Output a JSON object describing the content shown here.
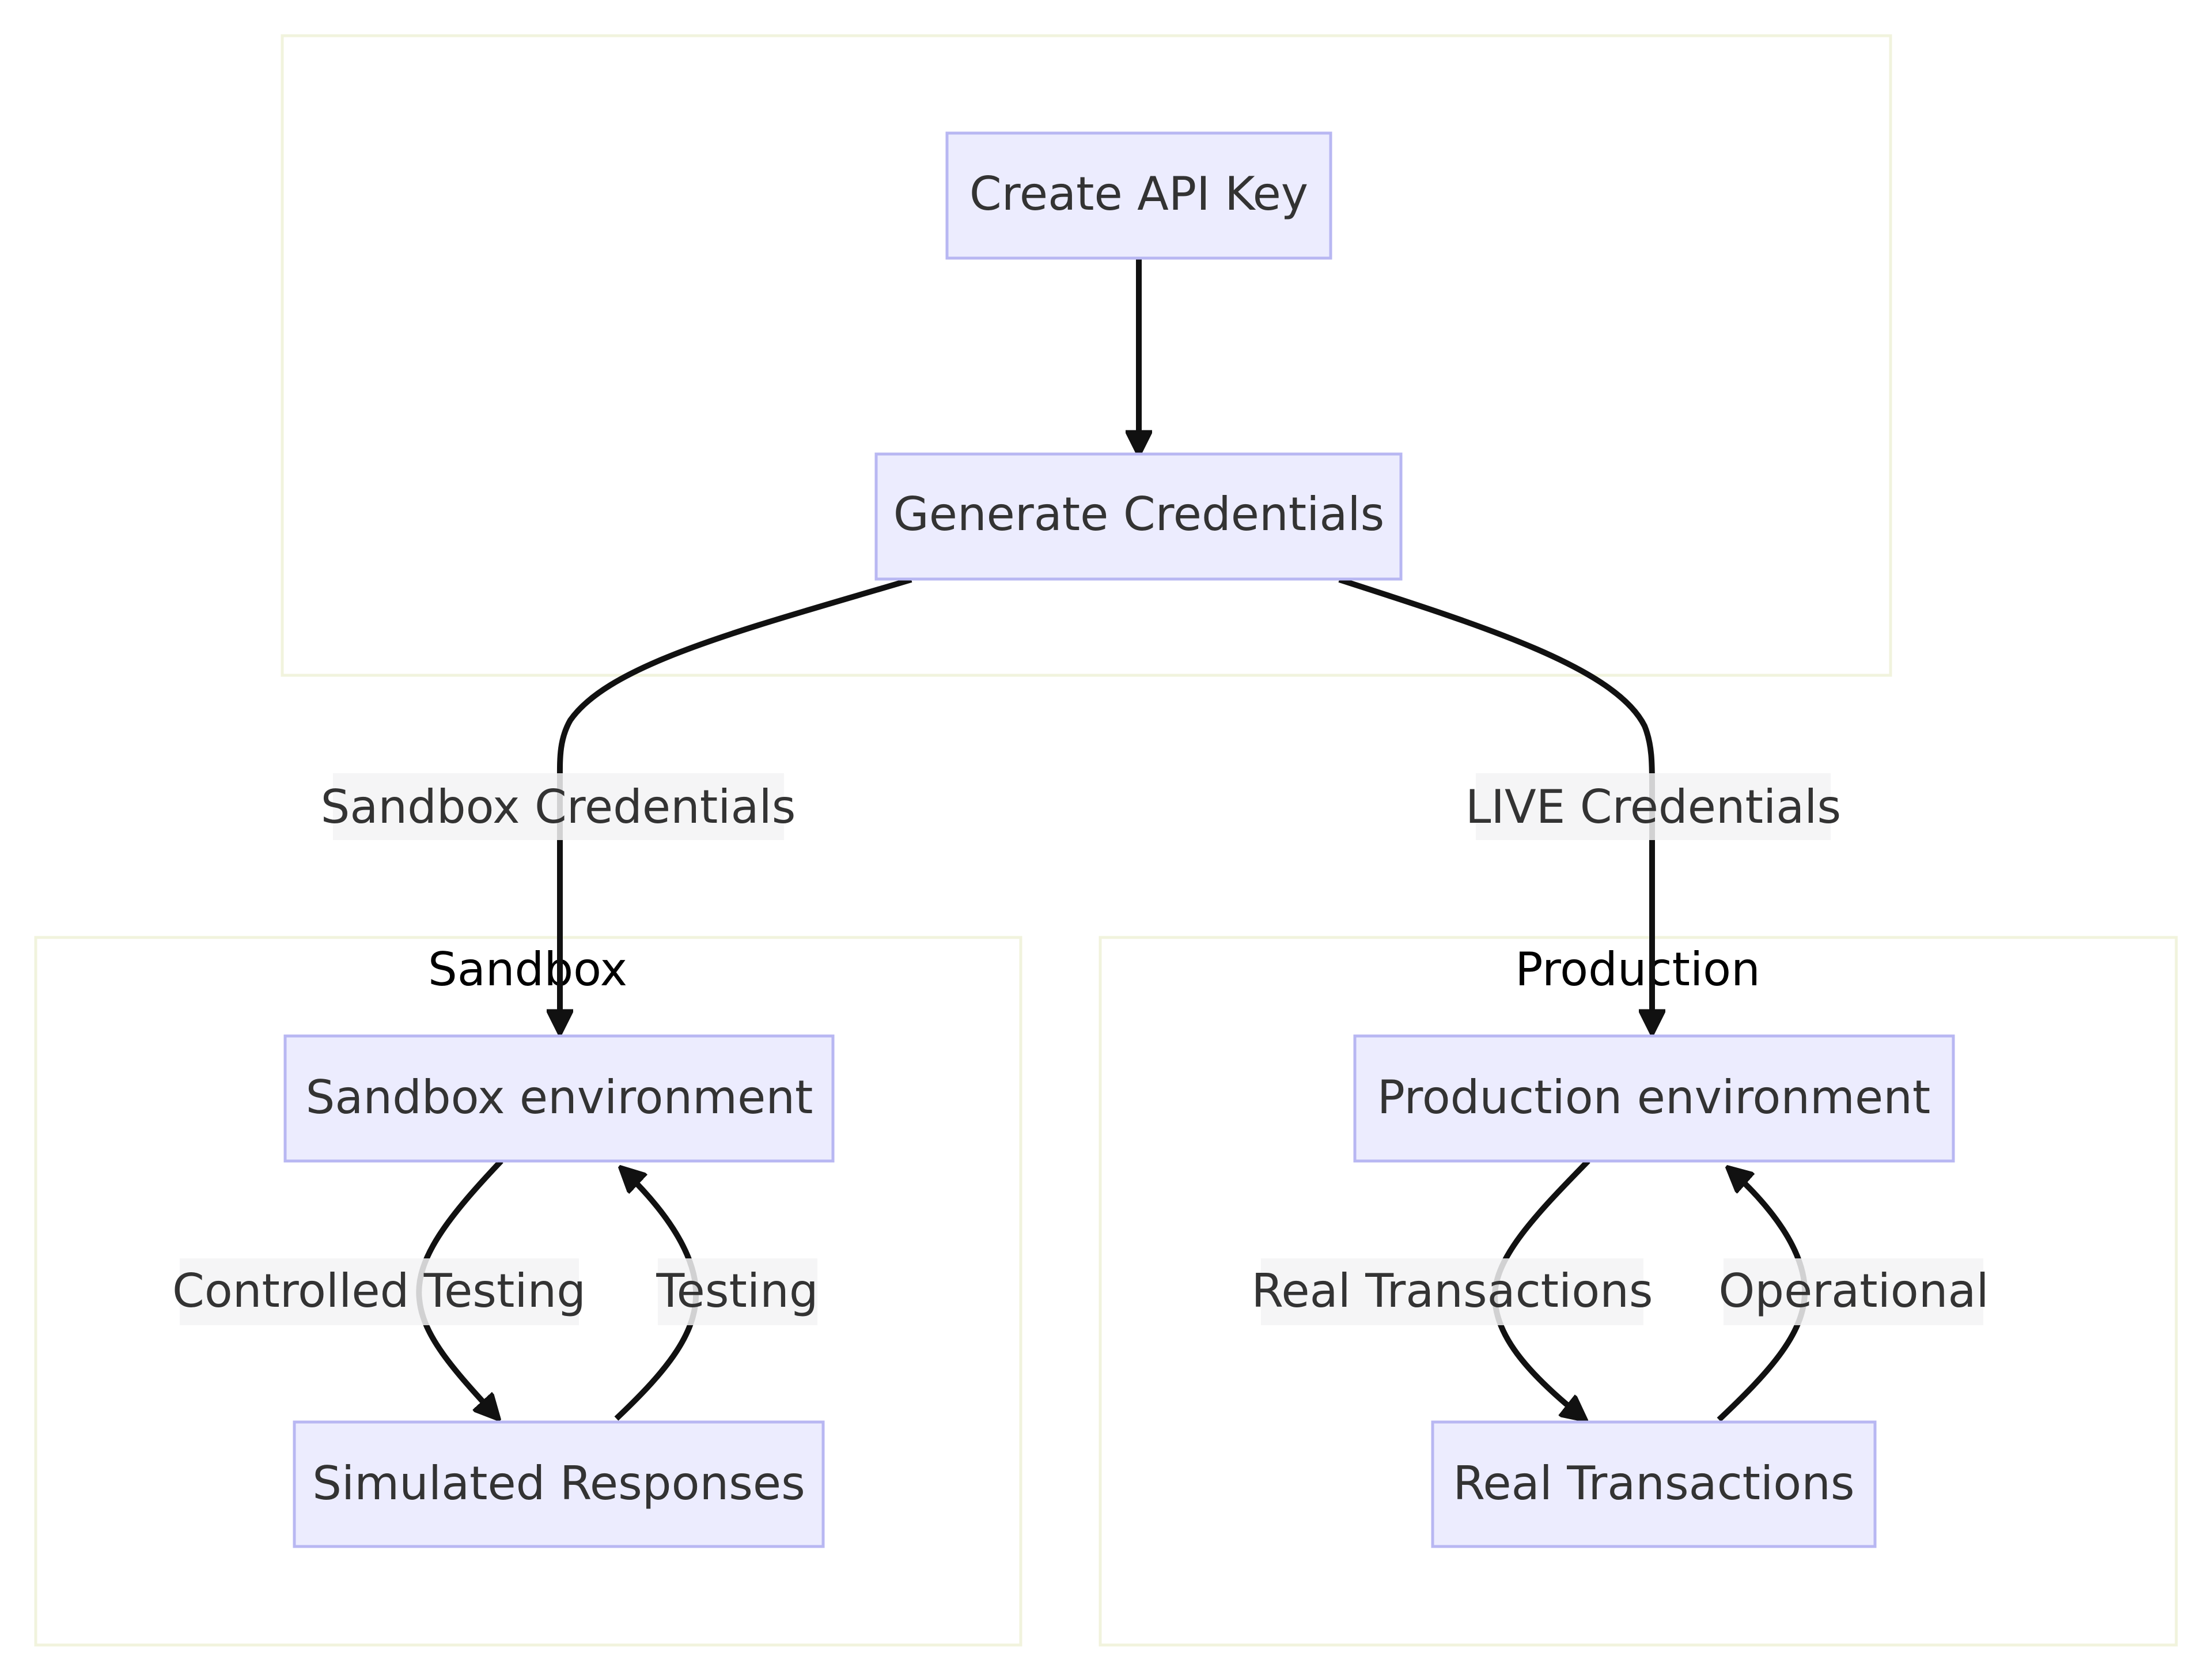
{
  "clusters": {
    "top": {
      "label": ""
    },
    "sandbox": {
      "label": "Sandbox"
    },
    "production": {
      "label": "Production"
    }
  },
  "nodes": {
    "create_api_key": "Create API Key",
    "generate_credentials": "Generate Credentials",
    "sandbox_environment": "Sandbox environment",
    "simulated_responses": "Simulated Responses",
    "production_environment": "Production environment",
    "real_transactions": "Real Transactions"
  },
  "edges": {
    "sandbox_credentials": "Sandbox Credentials",
    "live_credentials": "LIVE Credentials",
    "controlled_testing": "Controlled Testing",
    "testing": "Testing",
    "real_transactions": "Real Transactions",
    "operational": "Operational"
  },
  "colors": {
    "node_fill": "#ececfe",
    "node_stroke": "#b8b7f2",
    "cluster_stroke": "#f1f3dd",
    "edge": "#111111",
    "label_bg": "#f3f3f5",
    "text": "#333333"
  }
}
